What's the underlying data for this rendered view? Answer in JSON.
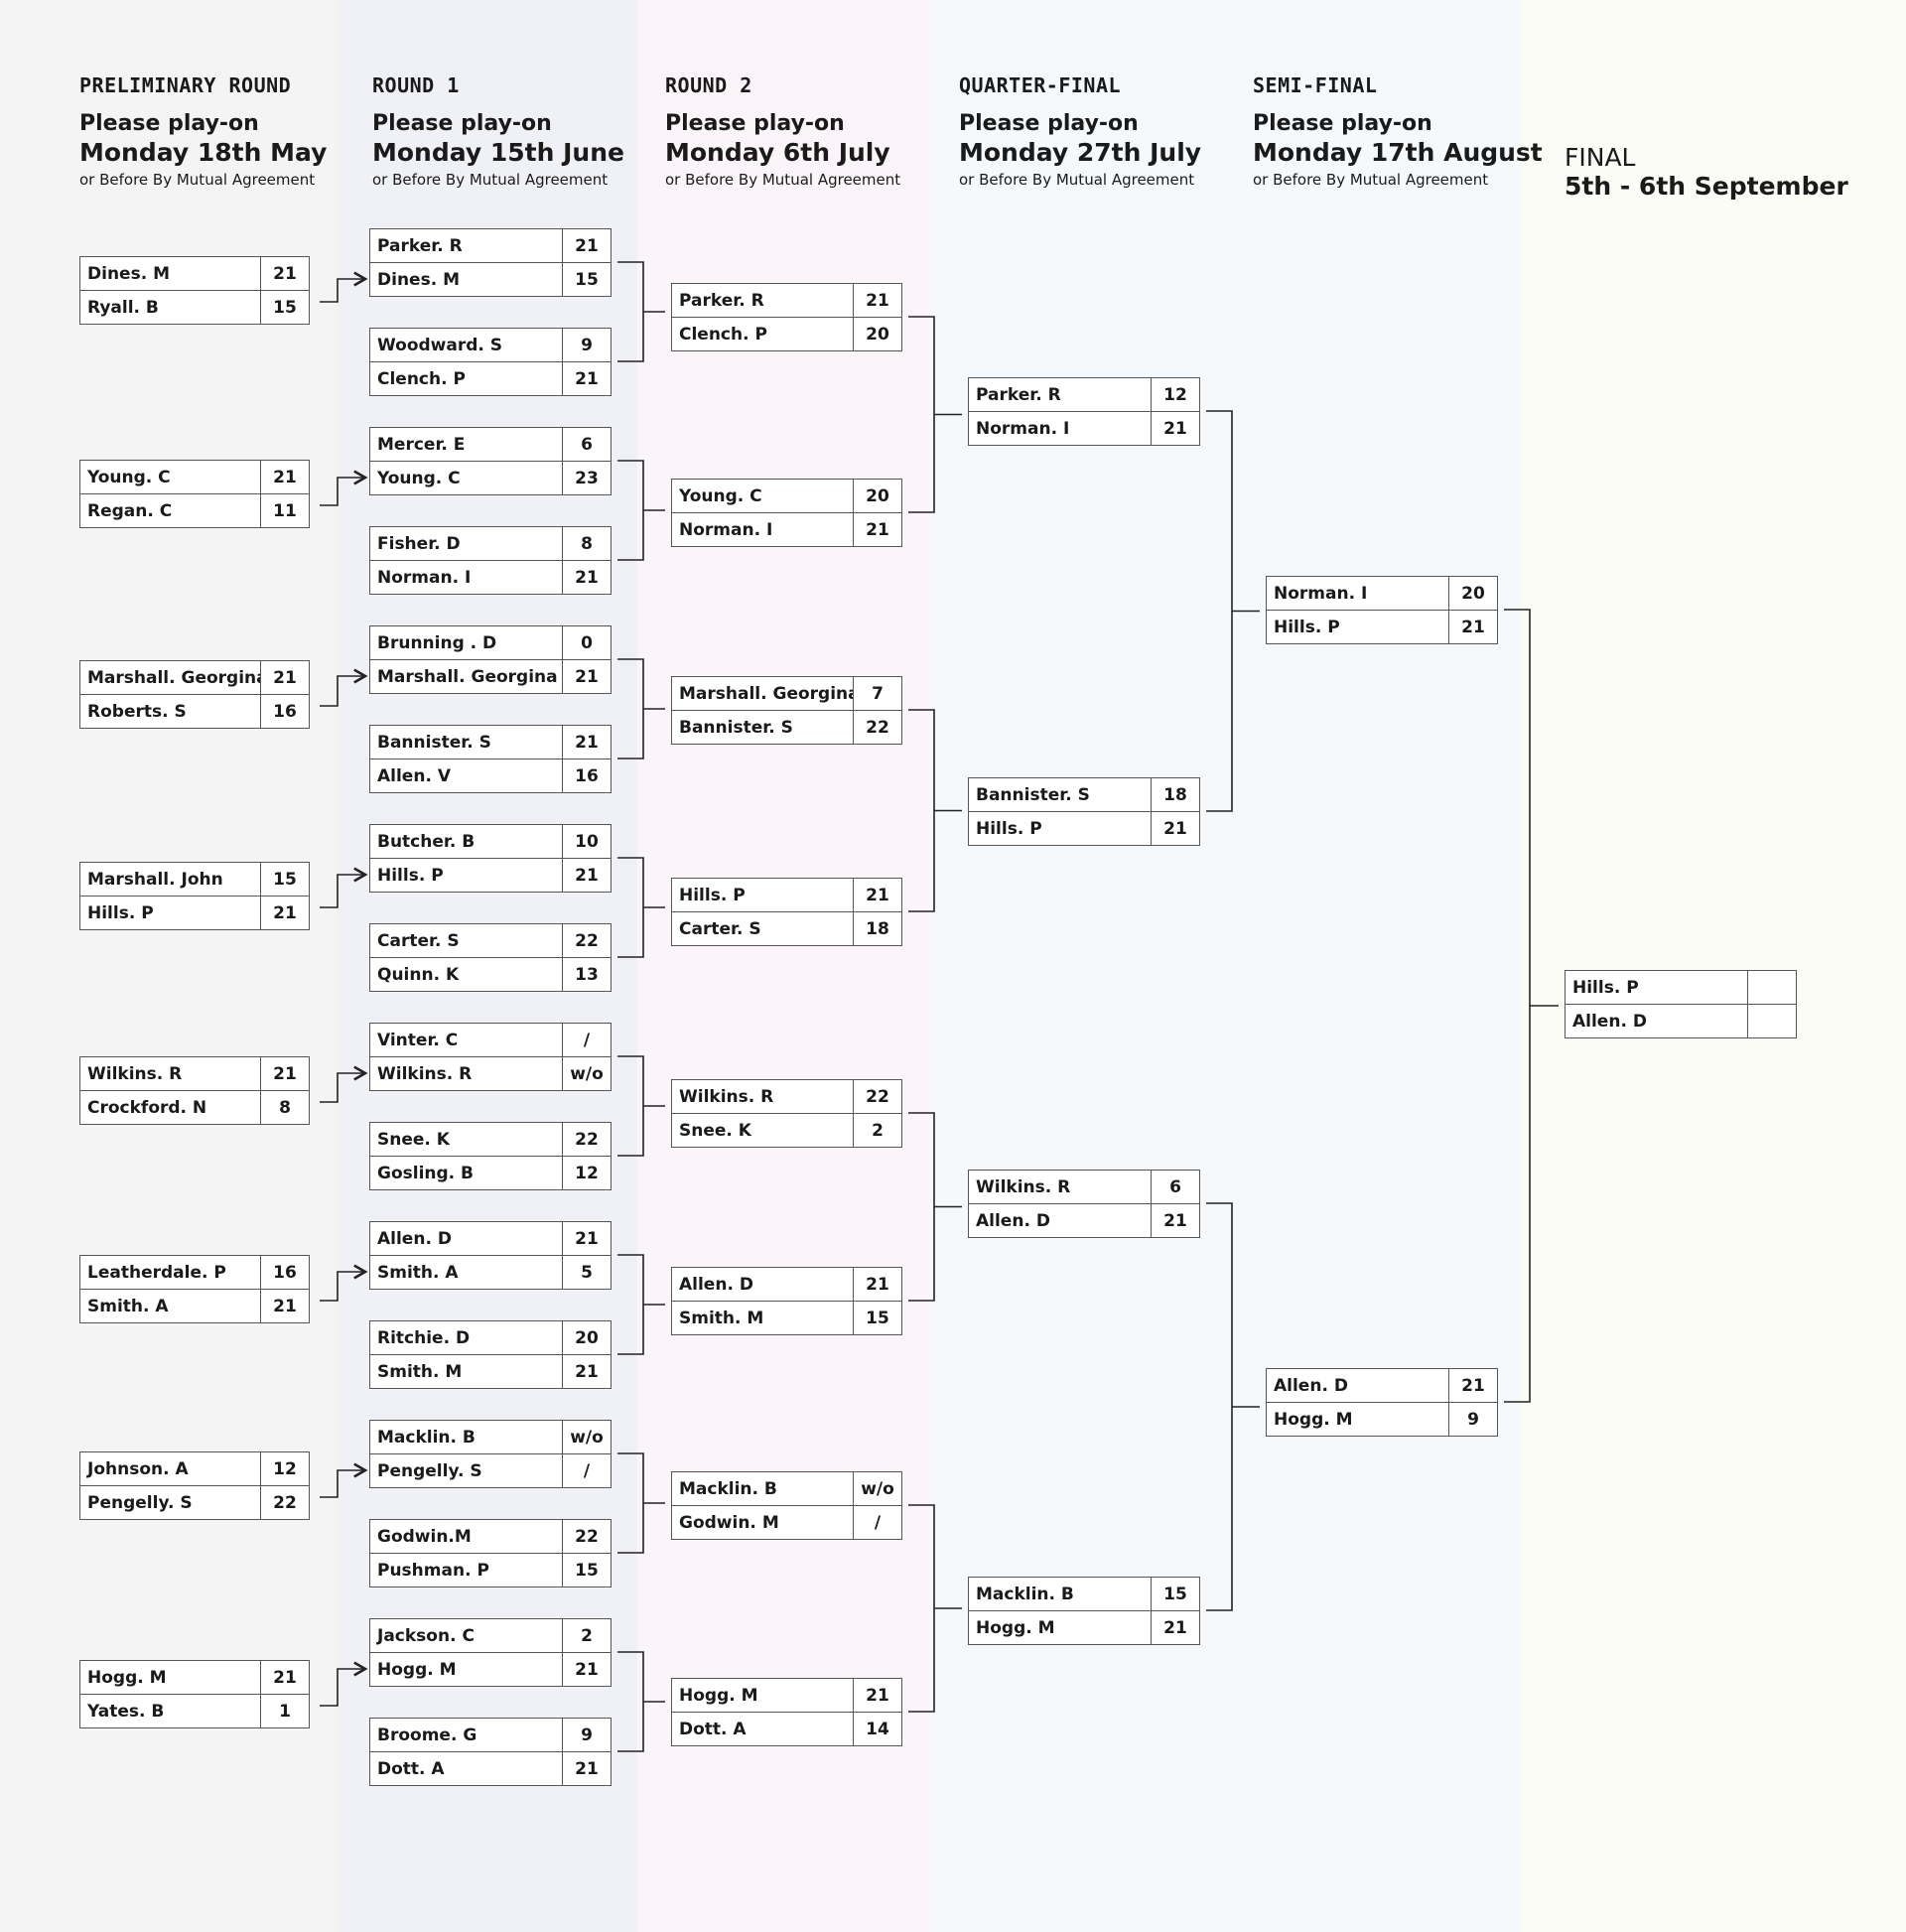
{
  "rounds": [
    {
      "label": "PRELIMINARY ROUND",
      "line1": "Please play-on",
      "line2": "Monday 18th May",
      "line3": "or Before By Mutual Agreement"
    },
    {
      "label": "ROUND 1",
      "line1": "Please play-on",
      "line2": "Monday 15th June",
      "line3": "or Before By Mutual Agreement"
    },
    {
      "label": "ROUND 2",
      "line1": "Please play-on",
      "line2": "Monday 6th July",
      "line3": "or Before By Mutual Agreement"
    },
    {
      "label": "QUARTER-FINAL",
      "line1": "Please play-on",
      "line2": "Monday 27th July",
      "line3": "or Before By Mutual Agreement"
    },
    {
      "label": "SEMI-FINAL",
      "line1": "Please play-on",
      "line2": "Monday 17th August",
      "line3": "or Before By Mutual Agreement"
    }
  ],
  "final": {
    "title": "FINAL",
    "dates": "5th - 6th September"
  },
  "colors": {
    "prelim": "#f4f4f4",
    "round1": "#f0f1f6",
    "round2": "#fbf5f9",
    "quarter": "#f5f9fc",
    "semi": "#f5f9fc",
    "final": "#fcfcf7",
    "border": "#555555",
    "line": "#222222"
  },
  "matches": {
    "prelim": [
      [
        [
          "Dines. M",
          "21"
        ],
        [
          "Ryall. B",
          "15"
        ]
      ],
      [
        [
          "Young. C",
          "21"
        ],
        [
          "Regan. C",
          "11"
        ]
      ],
      [
        [
          "Marshall. Georgina",
          "21"
        ],
        [
          "Roberts. S",
          "16"
        ]
      ],
      [
        [
          "Marshall. John",
          "15"
        ],
        [
          "Hills. P",
          "21"
        ]
      ],
      [
        [
          "Wilkins. R",
          "21"
        ],
        [
          "Crockford. N",
          "8"
        ]
      ],
      [
        [
          "Leatherdale. P",
          "16"
        ],
        [
          "Smith. A",
          "21"
        ]
      ],
      [
        [
          "Johnson. A",
          "12"
        ],
        [
          "Pengelly. S",
          "22"
        ]
      ],
      [
        [
          "Hogg. M",
          "21"
        ],
        [
          "Yates. B",
          "1"
        ]
      ]
    ],
    "round1": [
      [
        [
          "Parker. R",
          "21"
        ],
        [
          "Dines. M",
          "15"
        ]
      ],
      [
        [
          "Woodward. S",
          "9"
        ],
        [
          "Clench. P",
          "21"
        ]
      ],
      [
        [
          "Mercer. E",
          "6"
        ],
        [
          "Young. C",
          "23"
        ]
      ],
      [
        [
          "Fisher. D",
          "8"
        ],
        [
          "Norman. I",
          "21"
        ]
      ],
      [
        [
          "Brunning . D",
          "0"
        ],
        [
          "Marshall. Georgina",
          "21"
        ]
      ],
      [
        [
          "Bannister. S",
          "21"
        ],
        [
          "Allen. V",
          "16"
        ]
      ],
      [
        [
          "Butcher. B",
          "10"
        ],
        [
          "Hills. P",
          "21"
        ]
      ],
      [
        [
          "Carter. S",
          "22"
        ],
        [
          "Quinn. K",
          "13"
        ]
      ],
      [
        [
          "Vinter. C",
          "/"
        ],
        [
          "Wilkins. R",
          "w/o"
        ]
      ],
      [
        [
          "Snee. K",
          "22"
        ],
        [
          "Gosling. B",
          "12"
        ]
      ],
      [
        [
          "Allen. D",
          "21"
        ],
        [
          "Smith. A",
          "5"
        ]
      ],
      [
        [
          "Ritchie. D",
          "20"
        ],
        [
          "Smith. M",
          "21"
        ]
      ],
      [
        [
          "Macklin. B",
          "w/o"
        ],
        [
          "Pengelly. S",
          "/"
        ]
      ],
      [
        [
          "Godwin.M",
          "22"
        ],
        [
          "Pushman. P",
          "15"
        ]
      ],
      [
        [
          "Jackson. C",
          "2"
        ],
        [
          "Hogg. M",
          "21"
        ]
      ],
      [
        [
          "Broome. G",
          "9"
        ],
        [
          "Dott. A",
          "21"
        ]
      ]
    ],
    "round2": [
      [
        [
          "Parker. R",
          "21"
        ],
        [
          "Clench. P",
          "20"
        ]
      ],
      [
        [
          "Young. C",
          "20"
        ],
        [
          "Norman. I",
          "21"
        ]
      ],
      [
        [
          "Marshall. Georgina",
          "7"
        ],
        [
          "Bannister. S",
          "22"
        ]
      ],
      [
        [
          "Hills. P",
          "21"
        ],
        [
          "Carter. S",
          "18"
        ]
      ],
      [
        [
          "Wilkins. R",
          "22"
        ],
        [
          "Snee. K",
          "2"
        ]
      ],
      [
        [
          "Allen. D",
          "21"
        ],
        [
          "Smith. M",
          "15"
        ]
      ],
      [
        [
          "Macklin. B",
          "w/o"
        ],
        [
          "Godwin. M",
          "/"
        ]
      ],
      [
        [
          "Hogg. M",
          "21"
        ],
        [
          "Dott. A",
          "14"
        ]
      ]
    ],
    "quarter": [
      [
        [
          "Parker. R",
          "12"
        ],
        [
          "Norman. I",
          "21"
        ]
      ],
      [
        [
          "Bannister. S",
          "18"
        ],
        [
          "Hills. P",
          "21"
        ]
      ],
      [
        [
          "Wilkins. R",
          "6"
        ],
        [
          "Allen. D",
          "21"
        ]
      ],
      [
        [
          "Macklin. B",
          "15"
        ],
        [
          "Hogg. M",
          "21"
        ]
      ]
    ],
    "semi": [
      [
        [
          "Norman. I",
          "20"
        ],
        [
          "Hills. P",
          "21"
        ]
      ],
      [
        [
          "Allen. D",
          "21"
        ],
        [
          "Hogg. M",
          "9"
        ]
      ]
    ],
    "final": [
      [
        [
          "Hills. P",
          ""
        ],
        [
          "Allen. D",
          ""
        ]
      ]
    ]
  }
}
